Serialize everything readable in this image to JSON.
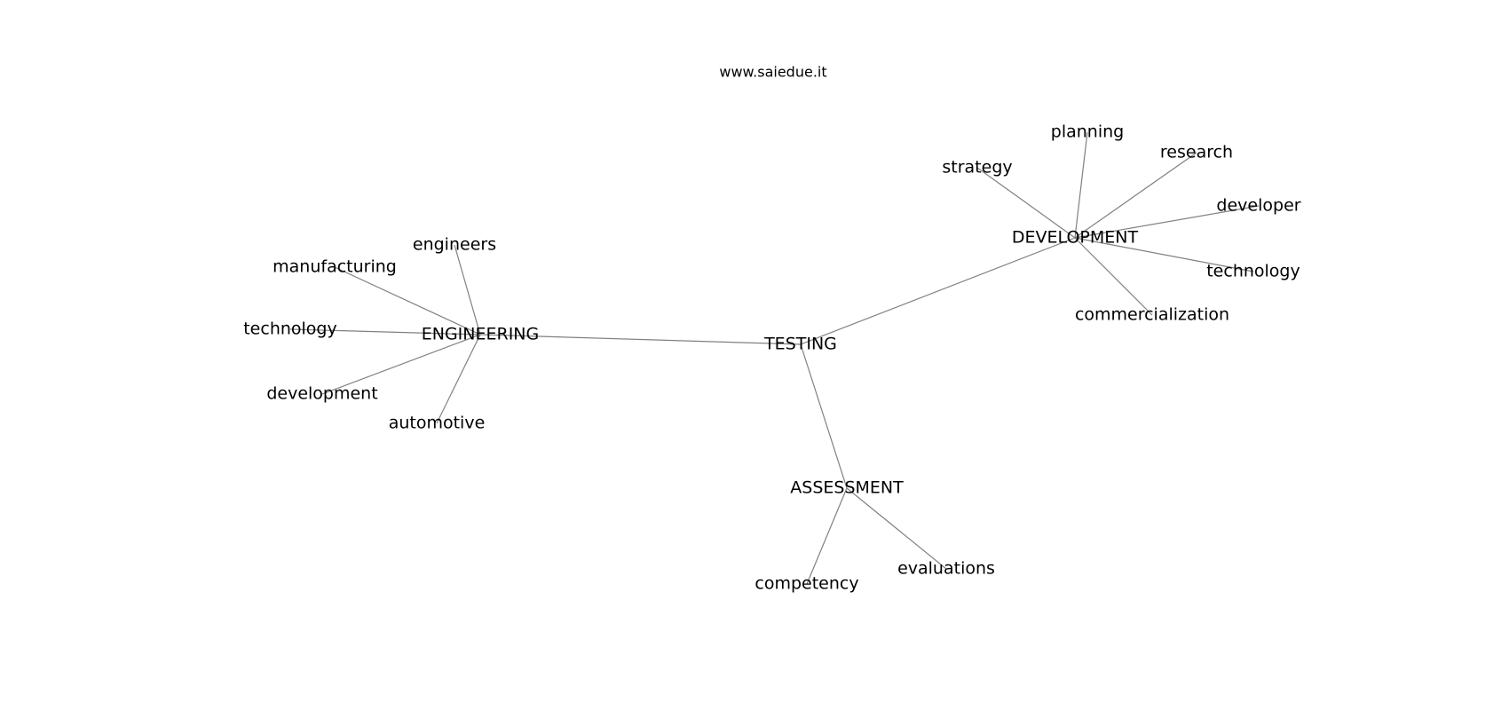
{
  "header": {
    "text": "www.saiedue.it"
  },
  "nodes": {
    "testing": "TESTING",
    "engineering": "ENGINEERING",
    "development": "DEVELOPMENT",
    "assessment": "ASSESSMENT",
    "engineers": "engineers",
    "manufacturing": "manufacturing",
    "technology_eng": "technology",
    "development_eng": "development",
    "automotive": "automotive",
    "planning": "planning",
    "research": "research",
    "strategy": "strategy",
    "developer": "developer",
    "technology_dev": "technology",
    "commercialization": "commercialization",
    "competency": "competency",
    "evaluations": "evaluations"
  },
  "edges": [
    [
      "testing",
      "engineering"
    ],
    [
      "testing",
      "development"
    ],
    [
      "testing",
      "assessment"
    ],
    [
      "engineering",
      "engineers"
    ],
    [
      "engineering",
      "manufacturing"
    ],
    [
      "engineering",
      "technology_eng"
    ],
    [
      "engineering",
      "development_eng"
    ],
    [
      "engineering",
      "automotive"
    ],
    [
      "development",
      "planning"
    ],
    [
      "development",
      "research"
    ],
    [
      "development",
      "strategy"
    ],
    [
      "development",
      "developer"
    ],
    [
      "development",
      "technology_dev"
    ],
    [
      "development",
      "commercialization"
    ],
    [
      "assessment",
      "competency"
    ],
    [
      "assessment",
      "evaluations"
    ]
  ]
}
